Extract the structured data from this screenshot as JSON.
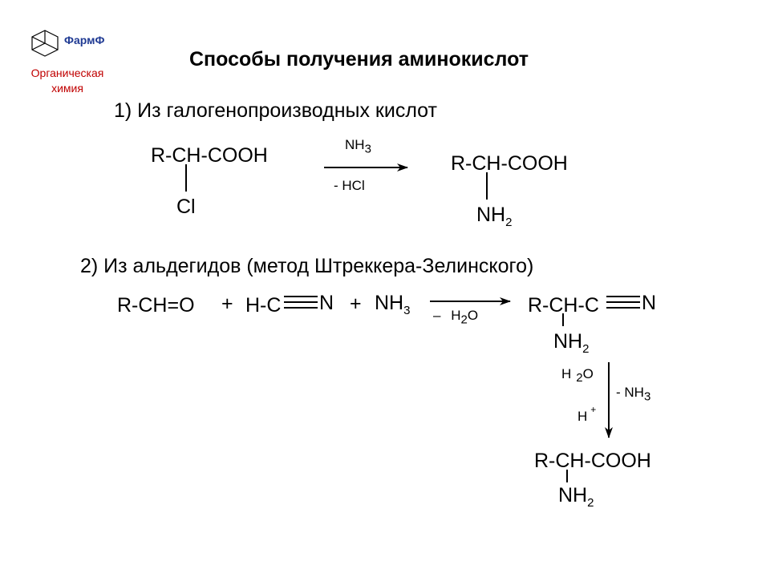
{
  "logo": {
    "icon": "adamantane-icon",
    "brand": "ФармФ",
    "brand_color": "#1f3a93",
    "subtitle_line1": "Органическая",
    "subtitle_line2": "химия",
    "subtitle_color": "#c00000"
  },
  "title": "Способы получения аминокислот",
  "section1": {
    "heading": "1) Из галогенопроизводных кислот",
    "reactant_main": "R-CH-COOH",
    "reactant_sub": "Cl",
    "reagent_above": "NH",
    "reagent_above_sub": "3",
    "reagent_below": "- HCl",
    "product_main": "R-CH-COOH",
    "product_sub": "NH",
    "product_sub_idx": "2"
  },
  "section2": {
    "heading": "2) Из альдегидов (метод Штреккера-Зелинского)",
    "aldehyde": "R-CH=O",
    "plus1": "+",
    "hcn_left": "H-C",
    "hcn_right": "N",
    "plus2": "+",
    "ammonia": "NH",
    "ammonia_idx": "3",
    "minus": "–",
    "water_h": "H",
    "water_idx": "2",
    "water_o": "O",
    "nitrile_left": "R-CH-C",
    "nitrile_right": "N",
    "nitrile_sub": "NH",
    "nitrile_sub_idx": "2",
    "hydro_h": "H",
    "hydro_idx": "2",
    "hydro_o": "O",
    "acid_h": "H",
    "acid_plus": "+",
    "minus_nh3": "- NH",
    "minus_nh3_idx": "3",
    "final_main": "R-CH-COOH",
    "final_sub": "NH",
    "final_sub_idx": "2"
  }
}
